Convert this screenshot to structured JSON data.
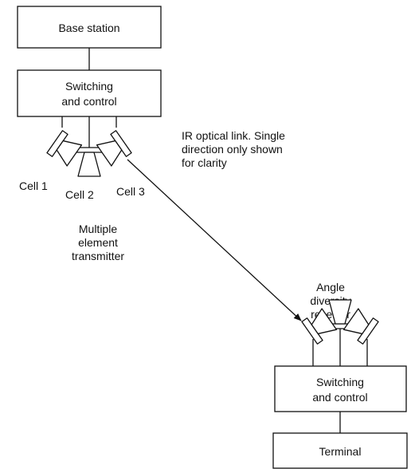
{
  "nodes": {
    "base_station": "Base station",
    "tx_switch_line1": "Switching",
    "tx_switch_line2": "and control",
    "rx_switch_line1": "Switching",
    "rx_switch_line2": "and control",
    "terminal": "Terminal"
  },
  "labels": {
    "cell1": "Cell 1",
    "cell2": "Cell 2",
    "cell3": "Cell 3",
    "transmitter": [
      "Multiple",
      "element",
      "transmitter"
    ],
    "receiver": [
      "Angle",
      "diversity",
      "receiver"
    ],
    "link_note": [
      "IR optical link. Single",
      "direction only shown",
      "for clarity"
    ]
  },
  "colors": {
    "line": "#111111",
    "background": "#ffffff"
  }
}
